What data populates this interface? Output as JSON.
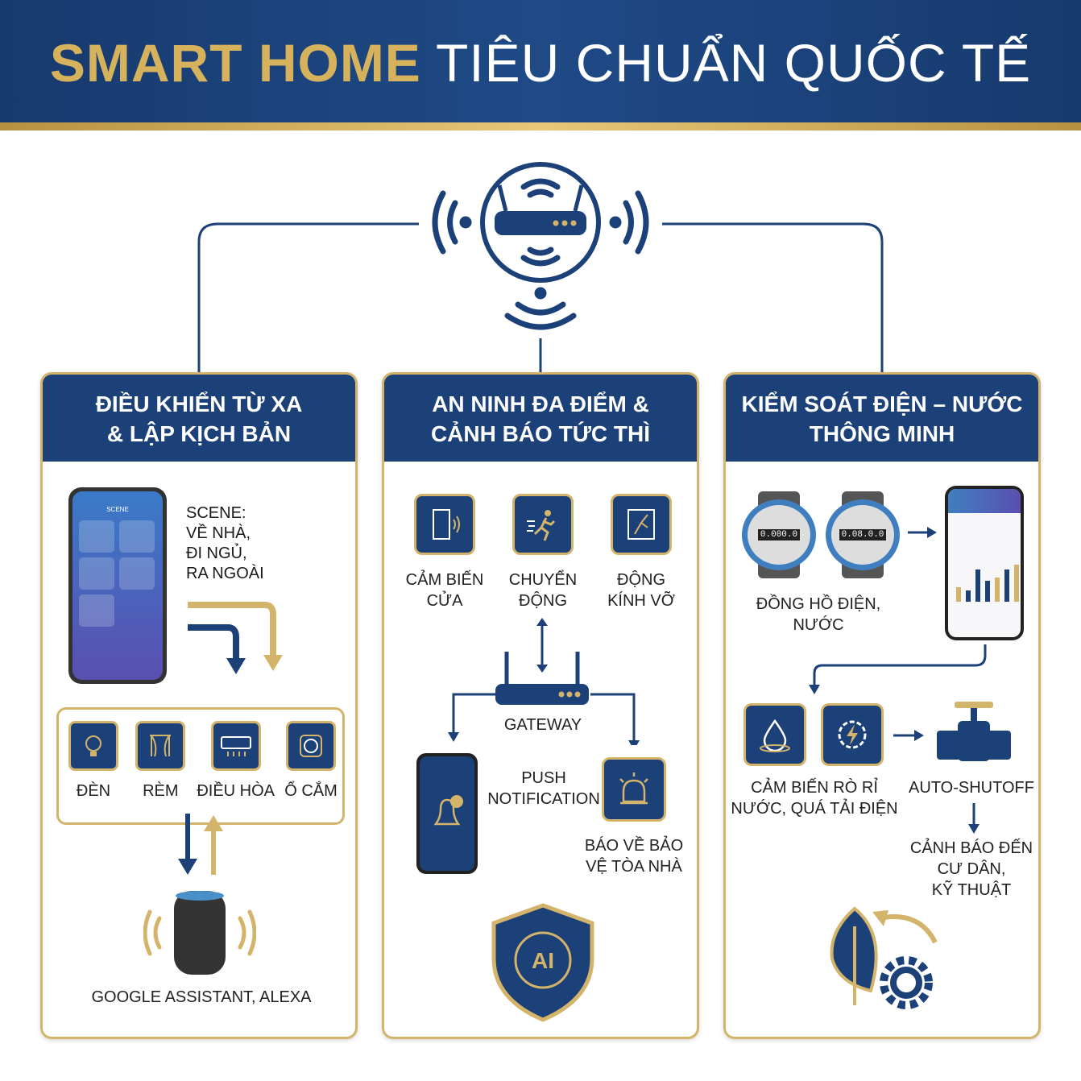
{
  "header": {
    "title_highlight": "SMART HOME",
    "title_rest": "TIÊU CHUẨN QUỐC TẾ"
  },
  "colors": {
    "navy": "#1c4078",
    "gold": "#d3b46a"
  },
  "hub": {
    "icon": "wifi-router-icon"
  },
  "panels": [
    {
      "title_line1": "ĐIỀU KHIỂN TỪ XA",
      "title_line2": "& LẬP KỊCH BẢN",
      "phone_screen_title": "SCENE",
      "scene_label": [
        "SCENE:",
        "VỀ NHÀ,",
        "ĐI NGỦ,",
        "RA NGOÀI"
      ],
      "devices": [
        {
          "label": "ĐÈN",
          "icon": "lightbulb-icon"
        },
        {
          "label": "RÈM",
          "icon": "curtain-icon"
        },
        {
          "label": "ĐIỀU HÒA",
          "icon": "air-conditioner-icon"
        },
        {
          "label": "Ổ CẮM",
          "icon": "power-outlet-icon"
        }
      ],
      "assistant_label": "GOOGLE ASSISTANT, ALEXA"
    },
    {
      "title_line1": "AN NINH ĐA ĐIỂM &",
      "title_line2": "CẢNH BÁO TỨC THÌ",
      "sensors": [
        {
          "label1": "CẢM BIẾN",
          "label2": "CỬA",
          "icon": "door-sensor-icon"
        },
        {
          "label1": "CHUYỂN",
          "label2": "ĐỘNG",
          "icon": "motion-sensor-icon"
        },
        {
          "label1": "ĐỘNG",
          "label2": "KÍNH VỠ",
          "icon": "glass-break-icon"
        }
      ],
      "gateway_label": "GATEWAY",
      "push_label1": "PUSH",
      "push_label2": "NOTIFICATION",
      "guard_label1": "BÁO VỀ BẢO",
      "guard_label2": "VỆ TÒA NHÀ",
      "ai_label": "AI"
    },
    {
      "title_line1": "KIỂM SOÁT ĐIỆN – NƯỚC",
      "title_line2": "THÔNG MINH",
      "meter_readings": [
        "0.000.0",
        "0.08.0.0"
      ],
      "meter_label1": "ĐỒNG HỒ ĐIỆN,",
      "meter_label2": "NƯỚC",
      "leak_label1": "CẢM BIẾN RÒ RỈ",
      "leak_label2": "NƯỚC, QUÁ TẢI ĐIỆN",
      "shutoff_label": "AUTO-SHUTOFF",
      "alert_label": [
        "CẢNH BÁO ĐẾN",
        "CƯ DÂN,",
        "KỸ THUẬT"
      ]
    }
  ]
}
